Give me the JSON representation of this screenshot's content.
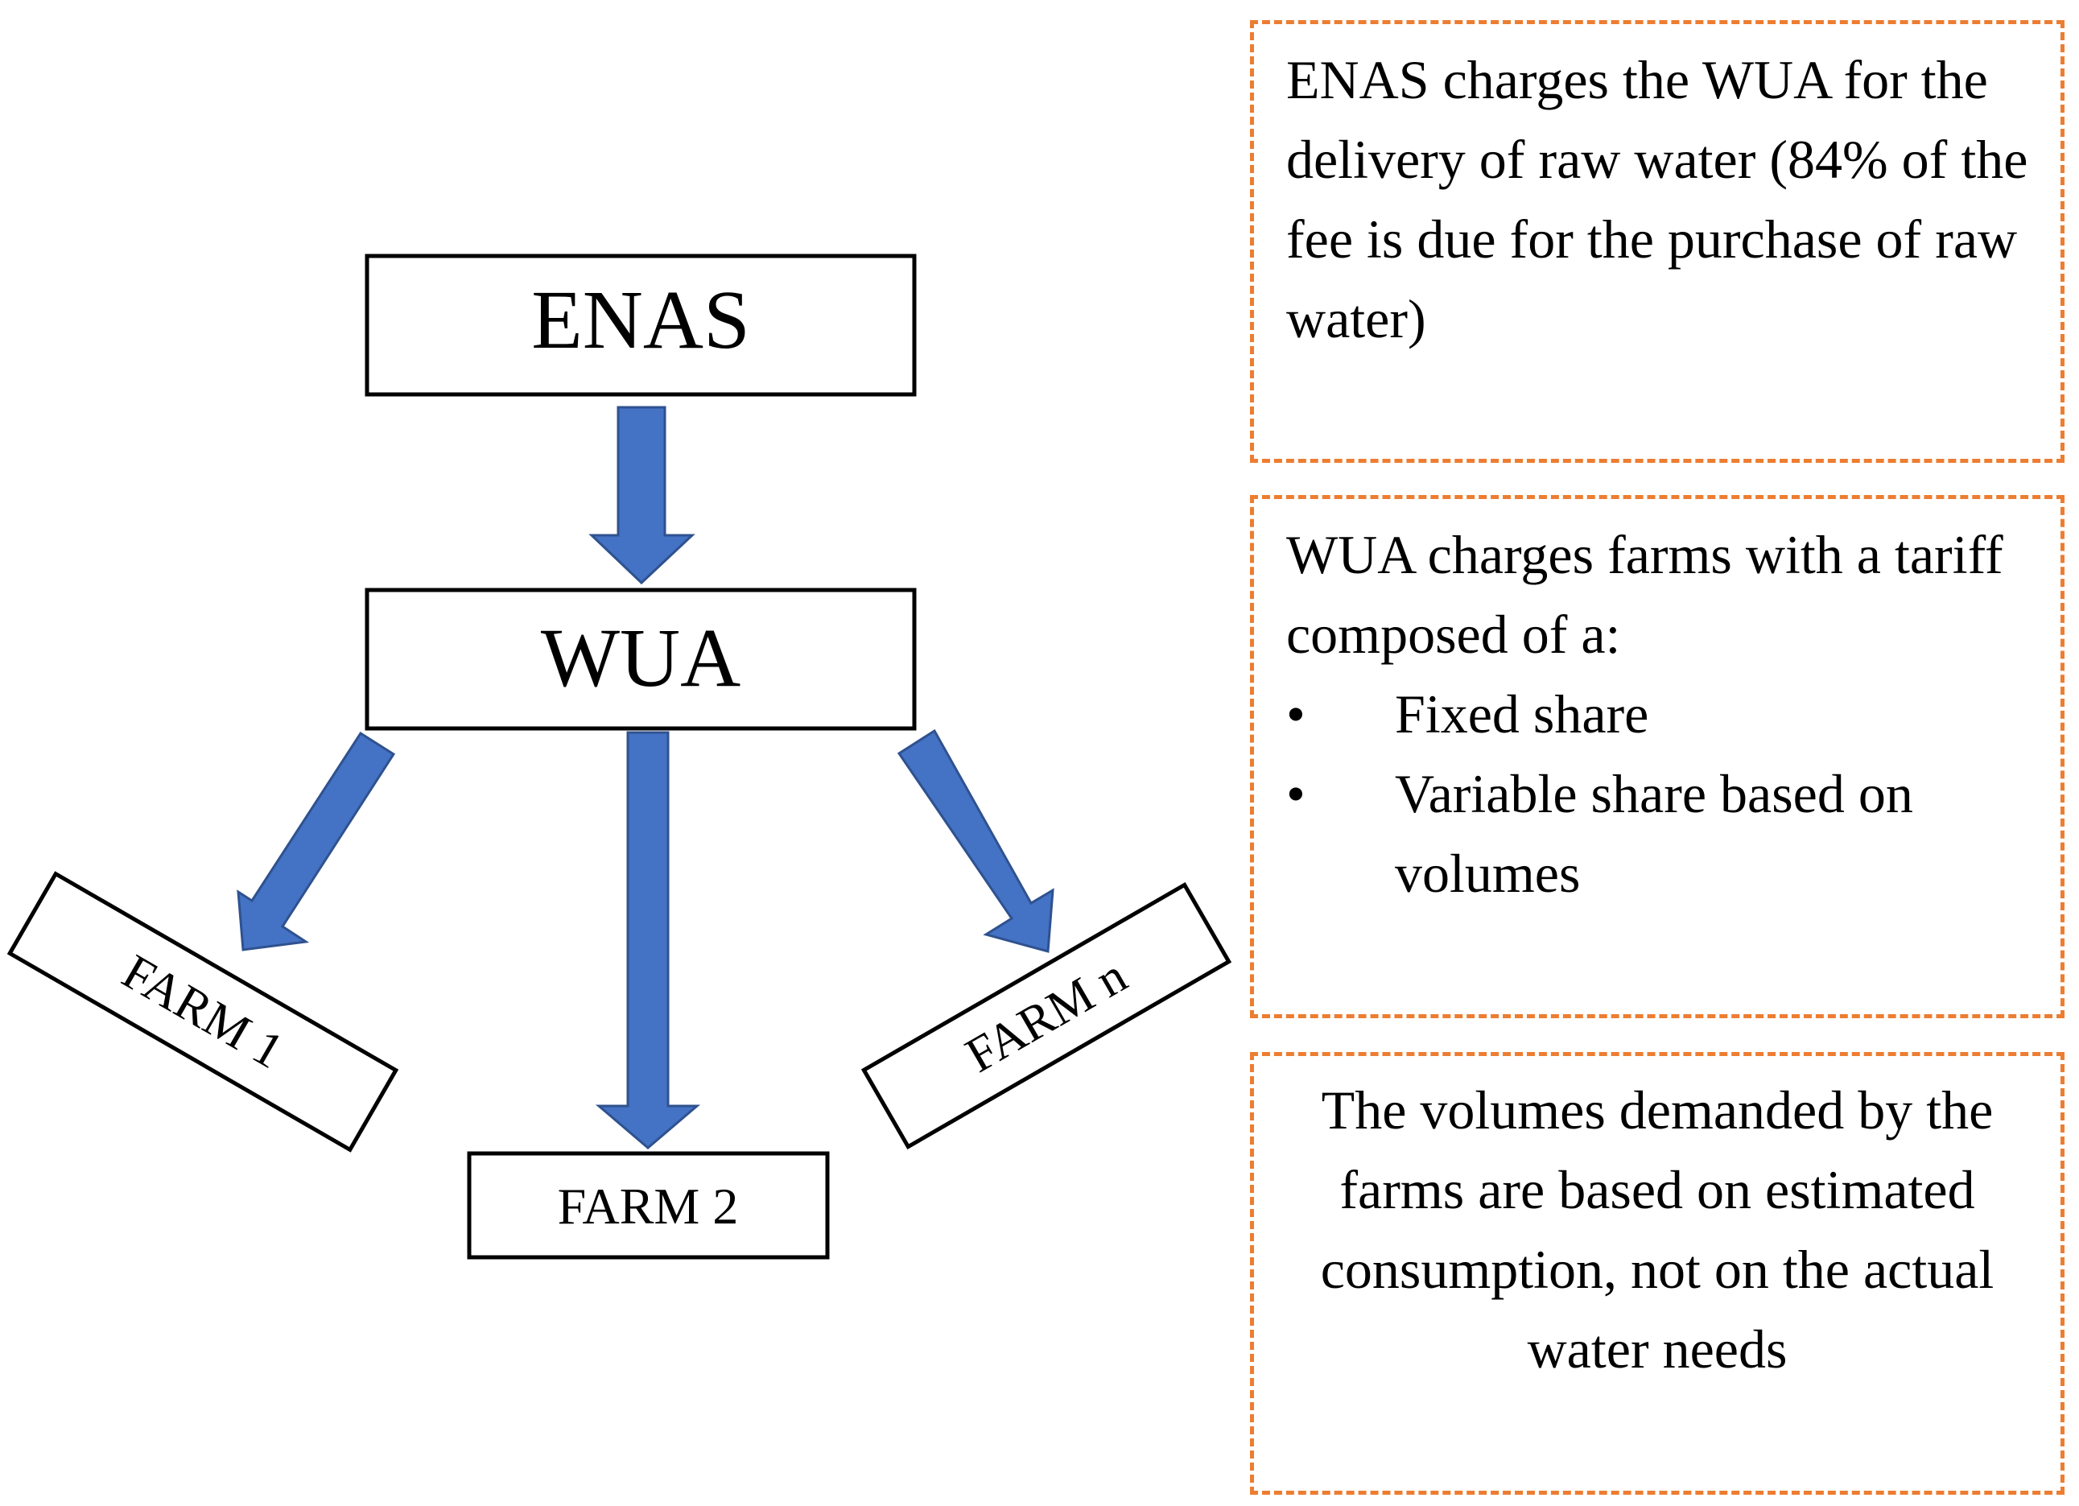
{
  "nodes": {
    "enas": "ENAS",
    "wua": "WUA",
    "farm1": "FARM 1",
    "farm2": "FARM 2",
    "farmn": "FARM n"
  },
  "colors": {
    "arrow": "#4472C4",
    "arrow_stroke": "#2F528F",
    "note_border": "#ED7D31"
  },
  "notes": {
    "enas_charges": "ENAS charges the WUA for the delivery of raw water (84% of the fee is due for the purchase of raw water)",
    "wua_charges_intro": "WUA charges farms with a tariff composed of a:",
    "bullet_symbol": "•",
    "wua_items": [
      "Fixed share",
      "Variable share based on volumes"
    ],
    "volumes": "The volumes demanded by the farms are based on estimated consumption, not on the actual water needs"
  }
}
